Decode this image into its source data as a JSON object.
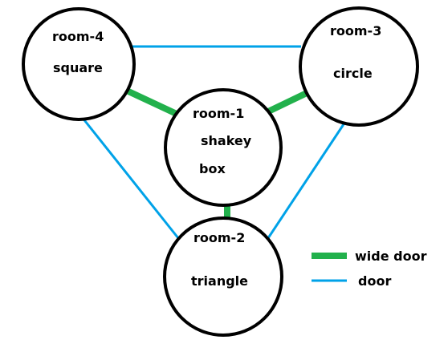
{
  "colors": {
    "wide_door": "#22b14c",
    "door": "#00a2e8",
    "room_outline": "#000000"
  },
  "rooms": [
    {
      "id": "room-4",
      "title": "room-4",
      "shape_lines": [
        "square"
      ]
    },
    {
      "id": "room-3",
      "title": "room-3",
      "shape_lines": [
        "circle"
      ]
    },
    {
      "id": "room-1",
      "title": "room-1",
      "shape_lines": [
        "shakey",
        "box"
      ]
    },
    {
      "id": "room-2",
      "title": "room-2",
      "shape_lines": [
        "triangle"
      ]
    }
  ],
  "connections": [
    {
      "from": "room-4",
      "to": "room-3",
      "kind": "door"
    },
    {
      "from": "room-4",
      "to": "room-1",
      "kind": "wide door"
    },
    {
      "from": "room-3",
      "to": "room-1",
      "kind": "wide door"
    },
    {
      "from": "room-1",
      "to": "room-2",
      "kind": "wide door"
    },
    {
      "from": "room-4",
      "to": "room-2",
      "kind": "door"
    },
    {
      "from": "room-3",
      "to": "room-2",
      "kind": "door"
    }
  ],
  "legend": {
    "wide_door_label": "wide door",
    "door_label": "door"
  }
}
